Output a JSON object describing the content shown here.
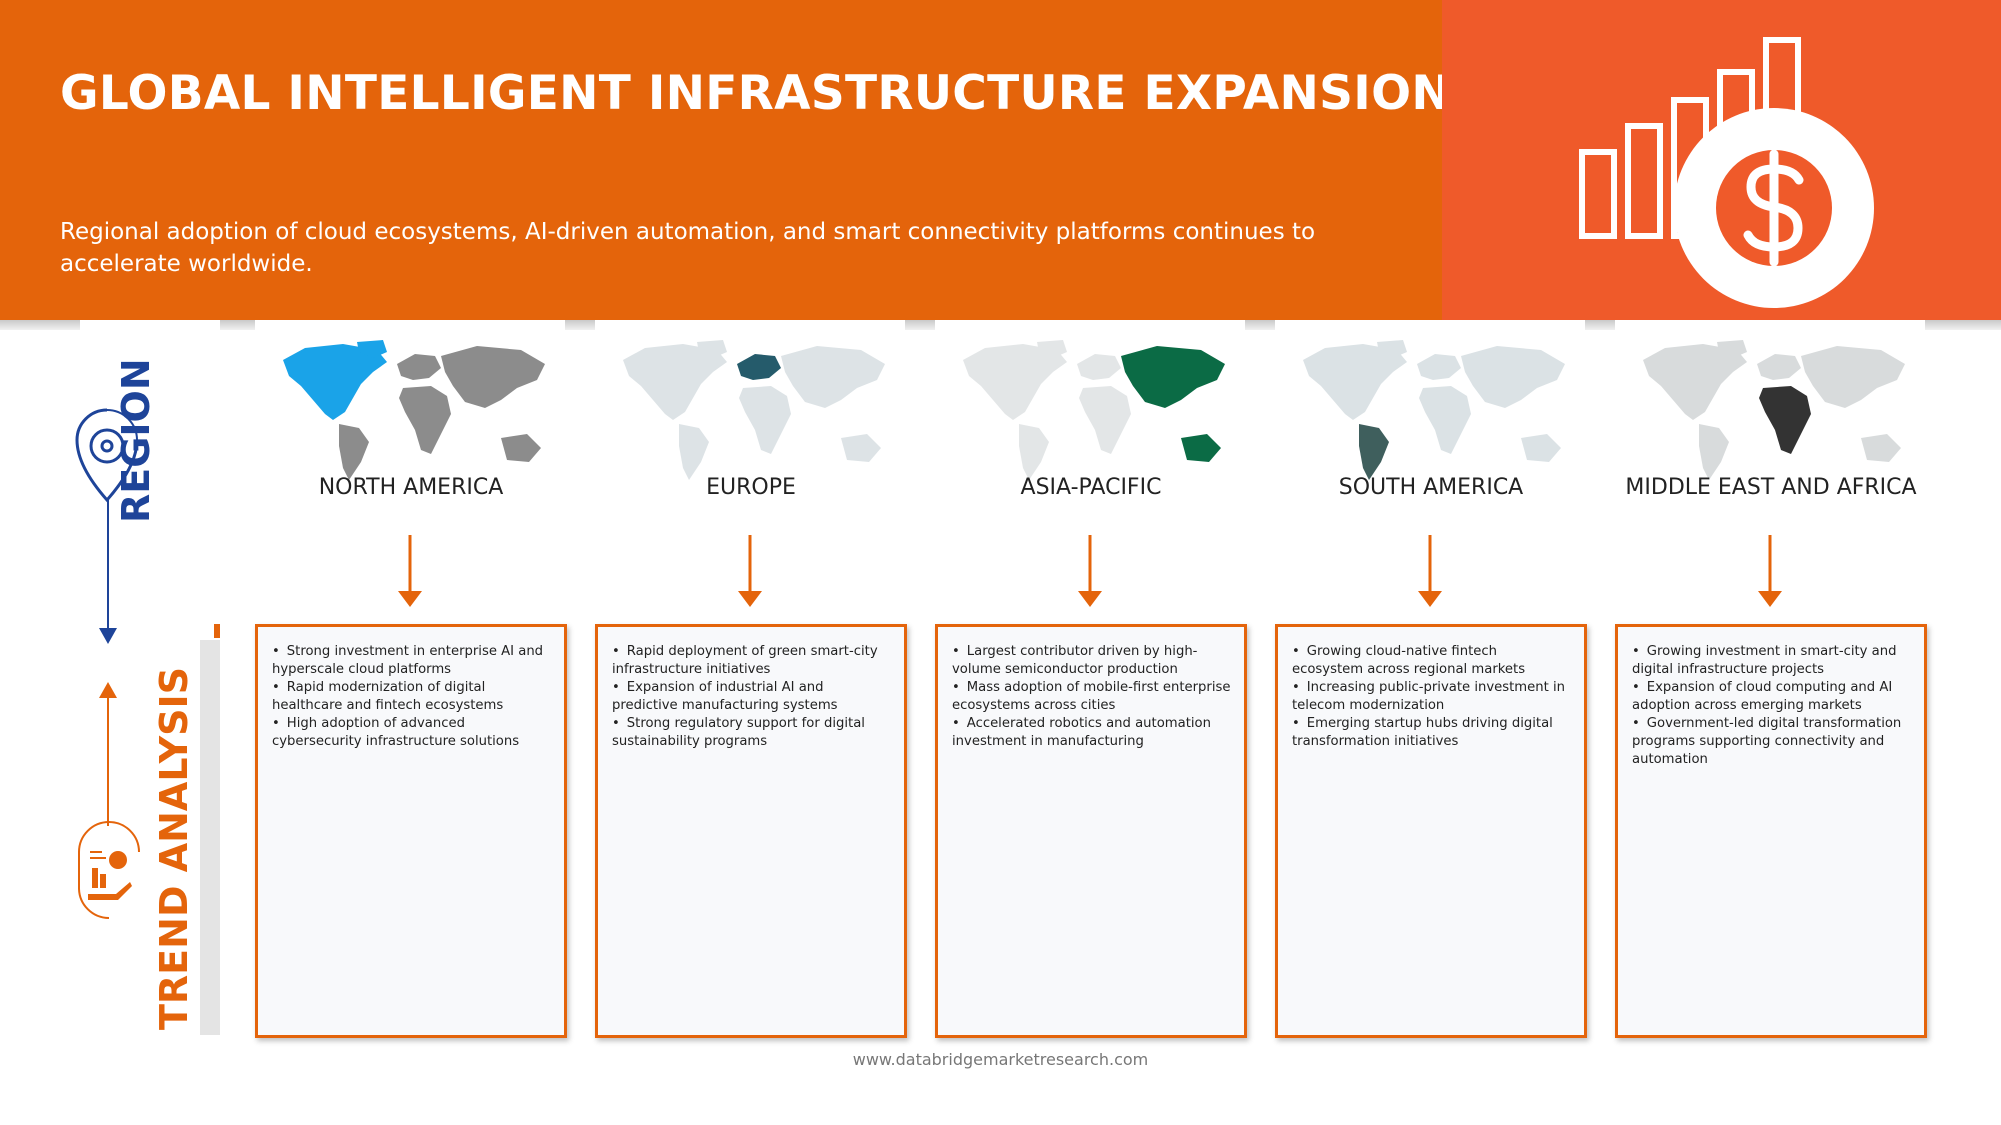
{
  "header": {
    "title": "GLOBAL INTELLIGENT INFRASTRUCTURE EXPANSION",
    "subtitle": "Regional adoption of cloud ecosystems, AI-driven automation, and smart connectivity platforms continues to accelerate worldwide.",
    "icon": "bar-chart-dollar-icon"
  },
  "side": {
    "region_label": "REGION",
    "trend_label": "TREND ANALYSIS",
    "region_icon": "location-pin-icon",
    "trend_icon": "hand-chart-icon"
  },
  "regions": [
    {
      "name": "NORTH AMERICA",
      "map_icon": "world-map-north-america-icon",
      "highlight": "#1aa3e8",
      "others": "#8c8c8c",
      "bullets": [
        "Strong investment in enterprise AI and hyperscale cloud platforms",
        "Rapid modernization of digital healthcare and fintech ecosystems",
        "High adoption of advanced cybersecurity infrastructure solutions"
      ]
    },
    {
      "name": "EUROPE",
      "map_icon": "world-map-europe-icon",
      "highlight": "#255b6b",
      "others": "#dde3e6",
      "bullets": [
        "Rapid deployment of green smart-city infrastructure initiatives",
        "Expansion of industrial AI and predictive manufacturing systems",
        "Strong regulatory support for digital sustainability programs"
      ]
    },
    {
      "name": "ASIA-PACIFIC",
      "map_icon": "world-map-asia-pacific-icon",
      "highlight": "#0b6b45",
      "others": "#e3e6e7",
      "bullets": [
        "Largest contributor driven by high-volume semiconductor production",
        "Mass adoption of mobile-first enterprise ecosystems across cities",
        "Accelerated robotics and automation investment in manufacturing"
      ]
    },
    {
      "name": "SOUTH AMERICA",
      "map_icon": "world-map-south-america-icon",
      "highlight": "#3f5f5d",
      "others": "#dbe2e5",
      "bullets": [
        "Growing cloud-native fintech ecosystem across regional markets",
        "Increasing public-private investment in telecom modernization",
        "Emerging startup hubs driving digital transformation initiatives"
      ]
    },
    {
      "name": "MIDDLE EAST AND AFRICA",
      "map_icon": "world-map-middle-east-africa-icon",
      "highlight": "#333333",
      "others": "#d8dbdc",
      "bullets": [
        "Growing investment in smart-city and digital infrastructure projects",
        "Expansion of cloud computing and AI adoption across emerging markets",
        "Government-led digital transformation programs supporting connectivity and automation"
      ]
    }
  ],
  "colors": {
    "header_orange": "#e4640b",
    "header_accent": "#ef5a2a",
    "region_blue": "#1e4499"
  },
  "footer": {
    "url": "www.databridgemarketresearch.com"
  }
}
